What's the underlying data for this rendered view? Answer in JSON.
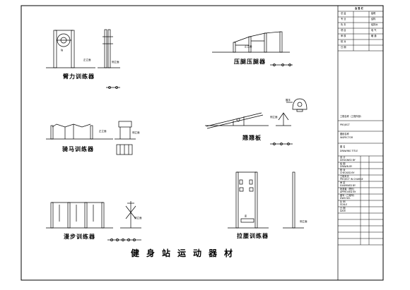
{
  "drawing": {
    "title": "健身站运动器材",
    "equipment": [
      {
        "label": "臂力训练器"
      },
      {
        "label": "压腿压腿器"
      },
      {
        "label": "骑马训练器"
      },
      {
        "label": "翘翘板"
      },
      {
        "label": "漫步训练器"
      },
      {
        "label": "拉腰训练器"
      }
    ],
    "view_labels": {
      "front": "正立面",
      "side": "侧立面",
      "shaft": "轴"
    },
    "small_labels": {
      "seat": "座",
      "seat_side": "座椅",
      "grip": "握手"
    }
  },
  "title_block": {
    "header": "会 签 栏",
    "sign_rows": [
      [
        "总 监",
        "建筑"
      ],
      [
        "专 业",
        "结构"
      ],
      [
        "负 责",
        "给排水"
      ],
      [
        "项 目",
        "电 气"
      ],
      [
        "审 核",
        "暖 通"
      ],
      [
        "校 对",
        ""
      ],
      [
        "日 期",
        ""
      ]
    ],
    "project": "工程名称（工程外部）",
    "project_en": "PROJECT",
    "drawing_name": "图纸名称",
    "drawing_name_en": "INSPECTOR",
    "drawing_title": "图 名",
    "drawing_title_en": "DRAWING TITLE",
    "rows": [
      "设 计",
      "DESIGNED BY",
      "绘 图",
      "DRAWN BY",
      "校 对",
      "CHECKED BY",
      "工程负责",
      "PROJECT IN CHARGE",
      "审 定",
      "EXAMINED BY",
      "批准者（院长）",
      "APPROVED BY",
      "图号（工程号）",
      "DWG NO.",
      "比 例",
      "SCALE",
      "日 期",
      "DATE"
    ]
  }
}
